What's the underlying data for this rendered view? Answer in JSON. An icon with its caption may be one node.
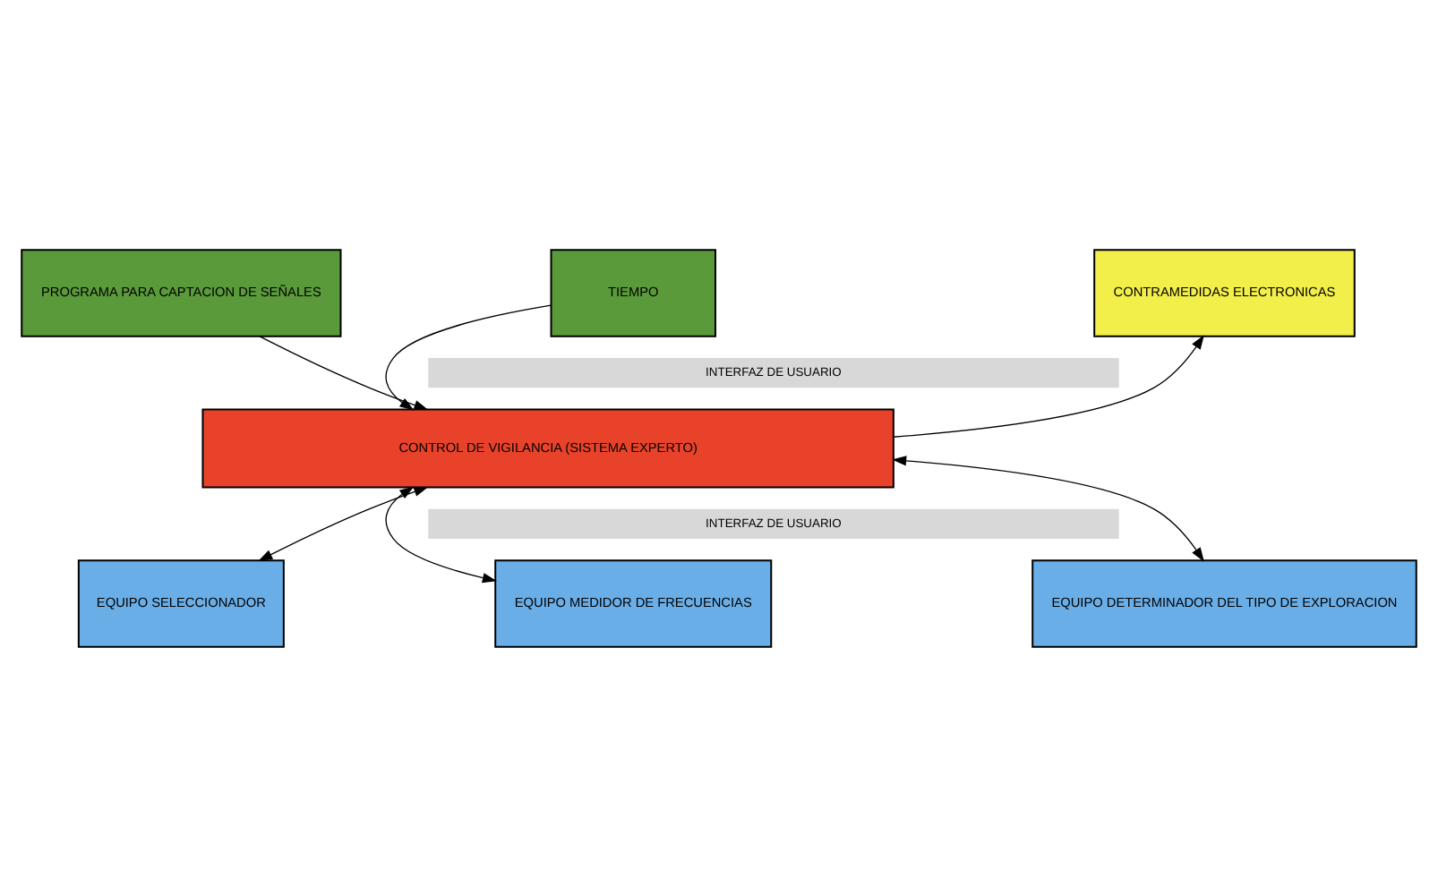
{
  "diagram": {
    "nodes": [
      {
        "text": [
          "PROGRAMA PARA CAPTACION DE SEÑALES"
        ]
      },
      {
        "text": [
          "TIEMPO"
        ]
      },
      {
        "text": [
          "CONTRAMEDIDAS ELECTRONICAS"
        ]
      },
      {
        "text": [
          "CONTROL DE VIGILANCIA (SISTEMA EXPERTO)"
        ]
      },
      {
        "text": [
          "EQUIPO SELECCIONADOR"
        ]
      },
      {
        "text": [
          "EQUIPO MEDIDOR DE FRECUENCIAS"
        ]
      },
      {
        "text": [
          "EQUIPO DETERMINADOR DEL TIPO DE EXPLORACION"
        ]
      }
    ],
    "edges": [
      {
        "from": 0,
        "to": 3,
        "arrow": "to"
      },
      {
        "from": 1,
        "to": 3,
        "arrow": "to"
      },
      {
        "from": 3,
        "to": 2,
        "arrow": "to"
      },
      {
        "from": 3,
        "to": 4,
        "arrow": "both"
      },
      {
        "from": 3,
        "to": 5,
        "arrow": "both"
      },
      {
        "from": 3,
        "to": 6,
        "arrow": "both"
      }
    ],
    "labels": [
      "INTERFAZ DE USUARIO",
      "INTERFAZ DE USUARIO"
    ]
  }
}
